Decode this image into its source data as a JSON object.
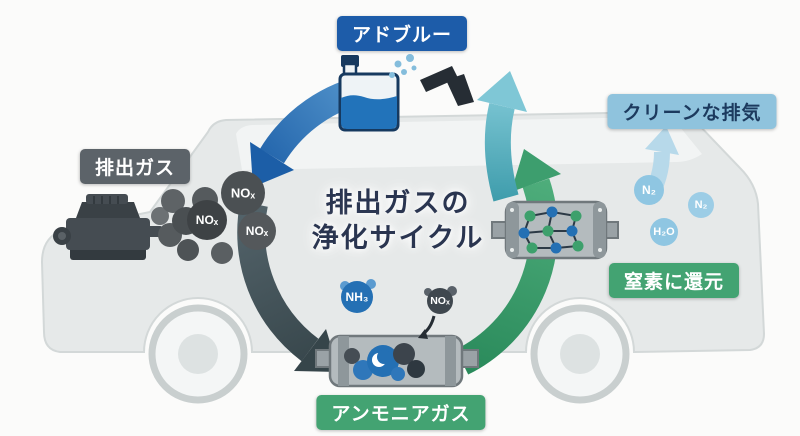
{
  "title": {
    "line1": "排出ガスの",
    "line2": "浄化サイクル"
  },
  "badges": {
    "adblue": {
      "label": "アドブルー",
      "bg": "#1d5ca9",
      "fg": "#ffffff"
    },
    "exhaust": {
      "label": "排出ガス",
      "bg": "#5c6369",
      "fg": "#ffffff"
    },
    "ammonia": {
      "label": "アンモニアガス",
      "bg": "#43a372",
      "fg": "#ffffff"
    },
    "nitrogen": {
      "label": "窒素に還元",
      "bg": "#43a372",
      "fg": "#ffffff"
    },
    "clean": {
      "label": "クリーンな排気",
      "bg": "#8fc3dd",
      "fg": "#1c3a5e"
    }
  },
  "molecules": {
    "nox_a": "NOₓ",
    "nox_b": "NOₓ",
    "nox_c": "NOₓ",
    "nh3": "NH₃",
    "nox_small": "NOₓ",
    "n2_a": "N₂",
    "n2_b": "N₂",
    "h2o": "H₂O"
  },
  "icons": {
    "van": "van-silhouette",
    "engine": "engine-icon",
    "smoke": "smoke-cloud-icon",
    "adblue_jug": "adblue-jug-icon",
    "spray_gun": "spray-gun-icon",
    "spray": "spray-droplets-icon",
    "catalyst_bottom": "scr-catalyst-bottom-icon",
    "catalyst_right": "scr-catalyst-right-icon",
    "reaction_arrow": "reaction-arrow-icon"
  },
  "colors": {
    "arrow_blue": "#1c5ea7",
    "arrow_dark": "#36454a",
    "arrow_green": "#3d9e6e",
    "arrow_teal": "#7fc7d6",
    "arrow_light_blue": "#b7d9ea",
    "molecule_blue": "#2470b4",
    "molecule_green": "#3da06c",
    "molecule_dark": "#3f474e",
    "molecule_light_blue": "#8fc6e2",
    "van_gray": "#e6e9e9"
  }
}
